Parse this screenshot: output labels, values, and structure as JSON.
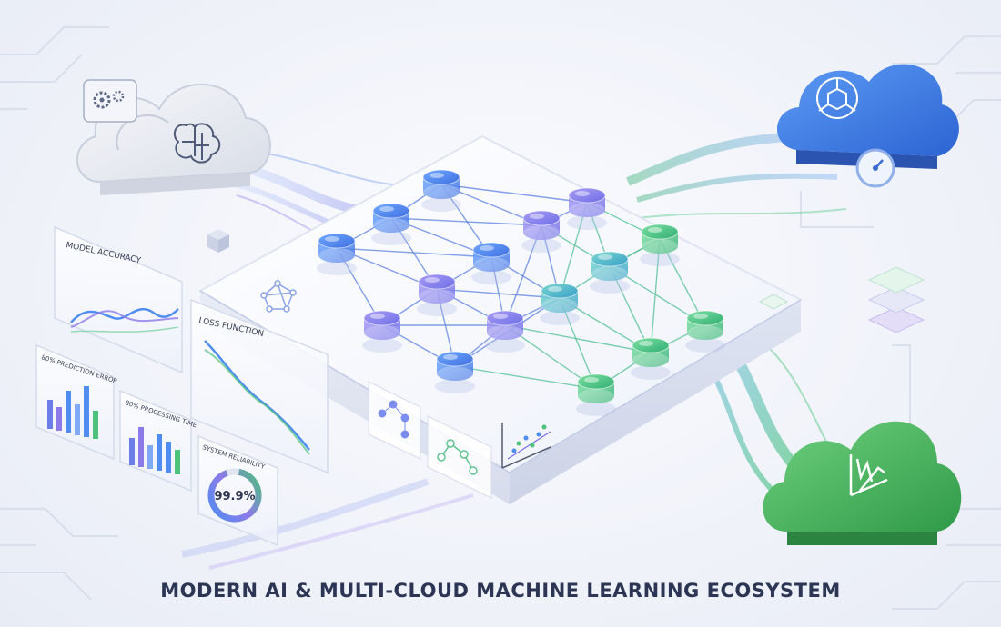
{
  "caption": "MODERN AI & MULTI-CLOUD MACHINE LEARNING ECOSYSTEM",
  "panels": {
    "model_accuracy": "MODEL ACCURACY",
    "loss_function": "LOSS FUNCTION",
    "prediction_error": "80% PREDICTION ERROR",
    "processing_time": "80% PROCESSING TIME",
    "system_reliability": "SYSTEM RELIABILITY",
    "reliability_value": "99.9%"
  },
  "clouds": {
    "left": {
      "color": "#dfe3ec",
      "icons": [
        "gears-icon",
        "brain-icon"
      ]
    },
    "right_top": {
      "color": "#3b7be0",
      "icons": [
        "cube-network-icon",
        "gauge-icon"
      ]
    },
    "right_bottom": {
      "color": "#45b35a",
      "icons": [
        "analytics-chart-icon"
      ]
    }
  },
  "colors": {
    "blue": "#4f8ef0",
    "violet": "#8c7ae8",
    "green": "#4cc27a",
    "caption": "#2c3554"
  }
}
